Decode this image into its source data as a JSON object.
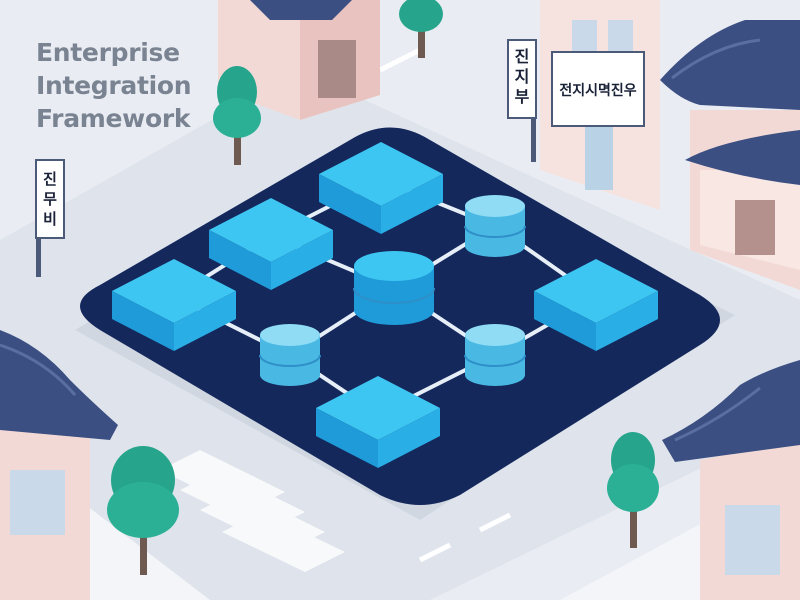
{
  "title": {
    "line1": "Enterprise",
    "line2": "Integration",
    "line3": "Framework"
  },
  "signs": {
    "center_vertical": [
      "진",
      "지",
      "부"
    ],
    "center_horizontal": "전지시멱진우",
    "left_vertical": [
      "진",
      "무",
      "비"
    ]
  },
  "colors": {
    "platform": "#14285c",
    "block_top": "#3ec6f2",
    "block_side": "#1e9bd8",
    "database_top": "#8fdcf4",
    "database_side": "#49b8e3",
    "connector": "#e6eef8",
    "roof": "#3b4f82",
    "building_wall": "#f3d9d6",
    "tree": "#27a58c"
  },
  "diagram": {
    "nodes": [
      {
        "id": "block-north",
        "kind": "service-block"
      },
      {
        "id": "block-northwest",
        "kind": "service-block"
      },
      {
        "id": "block-west",
        "kind": "service-block"
      },
      {
        "id": "block-east",
        "kind": "service-block"
      },
      {
        "id": "block-south",
        "kind": "service-block"
      },
      {
        "id": "database-center",
        "kind": "database"
      },
      {
        "id": "database-northeast",
        "kind": "database"
      },
      {
        "id": "database-southwest",
        "kind": "database"
      },
      {
        "id": "database-southeast",
        "kind": "database"
      }
    ],
    "edges": [
      [
        "block-north",
        "block-northwest"
      ],
      [
        "block-north",
        "database-northeast"
      ],
      [
        "block-northwest",
        "block-west"
      ],
      [
        "block-northwest",
        "database-center"
      ],
      [
        "database-northeast",
        "database-center"
      ],
      [
        "database-northeast",
        "block-east"
      ],
      [
        "block-west",
        "database-southwest"
      ],
      [
        "database-center",
        "database-southwest"
      ],
      [
        "database-center",
        "database-southeast"
      ],
      [
        "block-east",
        "database-southeast"
      ],
      [
        "database-southwest",
        "block-south"
      ],
      [
        "database-southeast",
        "block-south"
      ]
    ]
  }
}
